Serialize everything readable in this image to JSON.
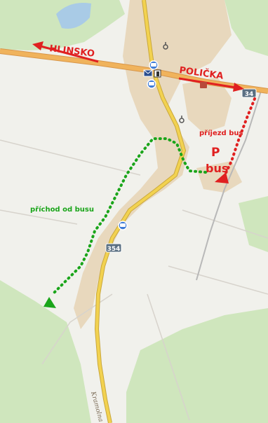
{
  "labels": {
    "hlinsko": "HLINSKO",
    "policka": "POLIČKA",
    "road_34": "34",
    "road_354": "354",
    "prijezd_bus": "příjezd bus",
    "parking_p": "P",
    "parking_bus": "bus",
    "prichod": "příchod od busu",
    "kramolna": "Kramolna"
  },
  "colors": {
    "background": "#ffffff",
    "terrain": "#f1f1ec",
    "forest": "#cfe6bd",
    "urban": "#e8d8bd",
    "road_yellow": "#f2d250",
    "road_orange": "#f0b35c",
    "water": "#a9cbe6",
    "route_green": "#1aa51a",
    "route_red": "#e02020",
    "label_green": "#1aa51a",
    "label_red": "#e02020",
    "road_badge": "#5a6f82"
  },
  "icons": [
    "bus-stop-icon",
    "post-office-icon",
    "info-icon",
    "church-icon",
    "parking-icon"
  ]
}
